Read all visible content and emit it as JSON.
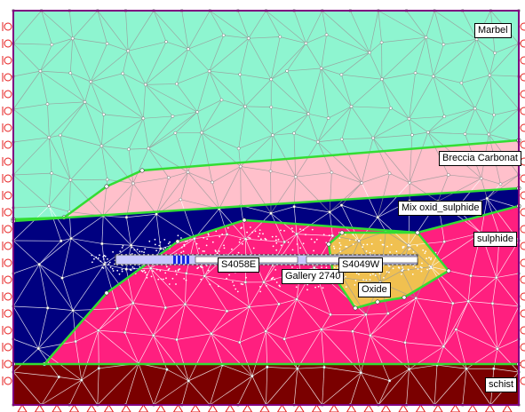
{
  "model": {
    "layers": [
      {
        "key": "marbel",
        "label": "Marbel",
        "color": "#8ef5d0"
      },
      {
        "key": "breccia",
        "label": "Breccia Carbonat",
        "color": "#ffc0cb"
      },
      {
        "key": "mix",
        "label": "Mix oxid_sulphide",
        "color": "#000080"
      },
      {
        "key": "sulphide",
        "label": "sulphide",
        "color": "#ff1f7f"
      },
      {
        "key": "oxide",
        "label": "Oxide",
        "color": "#f0c050"
      },
      {
        "key": "schist",
        "label": "schist",
        "color": "#7a0000"
      }
    ],
    "openings": [
      {
        "key": "s4058e",
        "label": "S4058E"
      },
      {
        "key": "gallery",
        "label": "Gallery 2740"
      },
      {
        "key": "s4049w",
        "label": "S4049W"
      }
    ],
    "colors": {
      "frame": "#800080",
      "boundary": "#33dd33",
      "mesh_light": "#999999",
      "mesh_dark": "#ffffff",
      "support": "#e61e1e",
      "excavation_fill": "#c8c8ff",
      "bolt_stripe": "#1428e6"
    }
  }
}
